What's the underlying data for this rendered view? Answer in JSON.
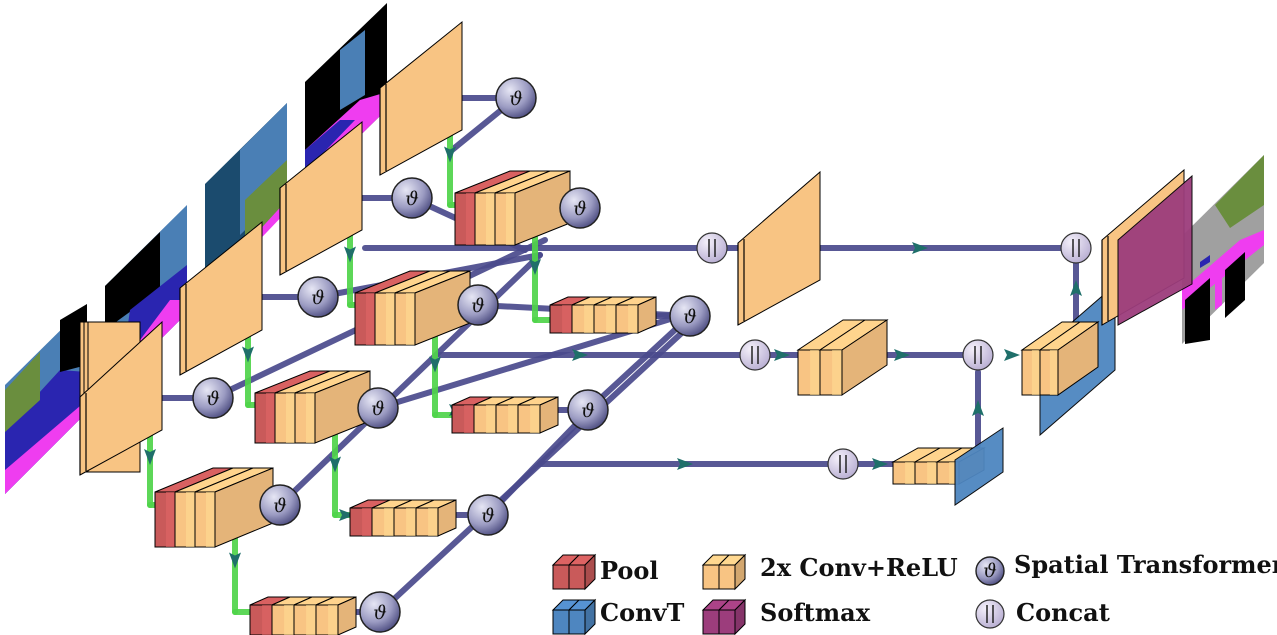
{
  "diagram": {
    "symbols": {
      "spatial_transformer": "ϑ",
      "concat": "||"
    },
    "colors": {
      "pool": "#c95a5a",
      "conv": "#f8c483",
      "convt": "#4e86c0",
      "softmax": "#9c3d7c",
      "flow_edge": "#4a4a8c",
      "down_edge": "#4fd44a",
      "arrow_head": "#1f6f6a"
    },
    "legend": {
      "pool": "Pool",
      "conv": "2x Conv+ReLU",
      "spatial_transformer": "Spatial Transformer",
      "convt": "ConvT",
      "softmax": "Softmax",
      "concat": "Concat"
    }
  }
}
